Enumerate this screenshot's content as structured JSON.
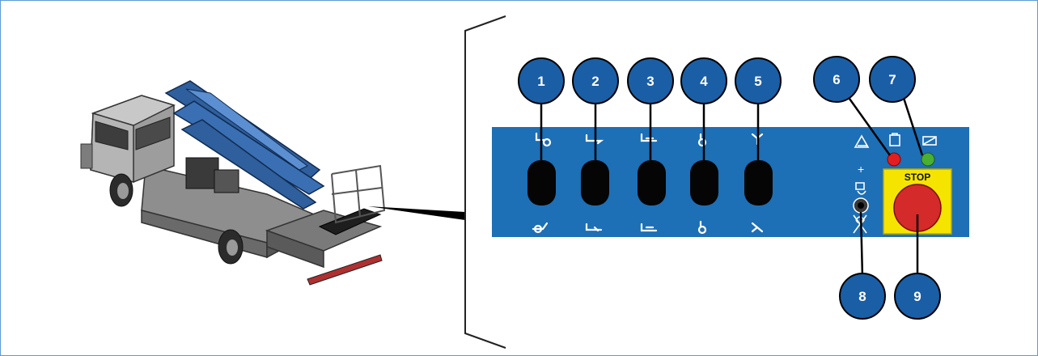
{
  "diagram": {
    "stop_label": "STOP",
    "plus_sign": "+",
    "callouts": [
      {
        "number": "1"
      },
      {
        "number": "2"
      },
      {
        "number": "3"
      },
      {
        "number": "4"
      },
      {
        "number": "5"
      },
      {
        "number": "6"
      },
      {
        "number": "7"
      },
      {
        "number": "8"
      },
      {
        "number": "9"
      }
    ],
    "colors": {
      "panel_blue": "#1d6fb6",
      "callout_blue": "#1a5ea6",
      "stop_yellow": "#f5e400",
      "stop_red": "#d42a2a",
      "led_red": "#e02020",
      "led_green": "#49b032",
      "frame_border": "#5b9bd5"
    },
    "icons": [
      "boom-lift-up-icon",
      "boom-lower-down-icon",
      "boom-extend-icon",
      "boom-retract-icon",
      "boom-raise-icon",
      "boom-lower-icon",
      "turret-rotate-icon",
      "turret-rotate-back-icon",
      "basket-tilt-up-icon",
      "basket-tilt-down-icon",
      "overload-warning-icon",
      "battery-icon",
      "power-indicator-icon",
      "horn-icon",
      "horn-off-icon"
    ]
  }
}
